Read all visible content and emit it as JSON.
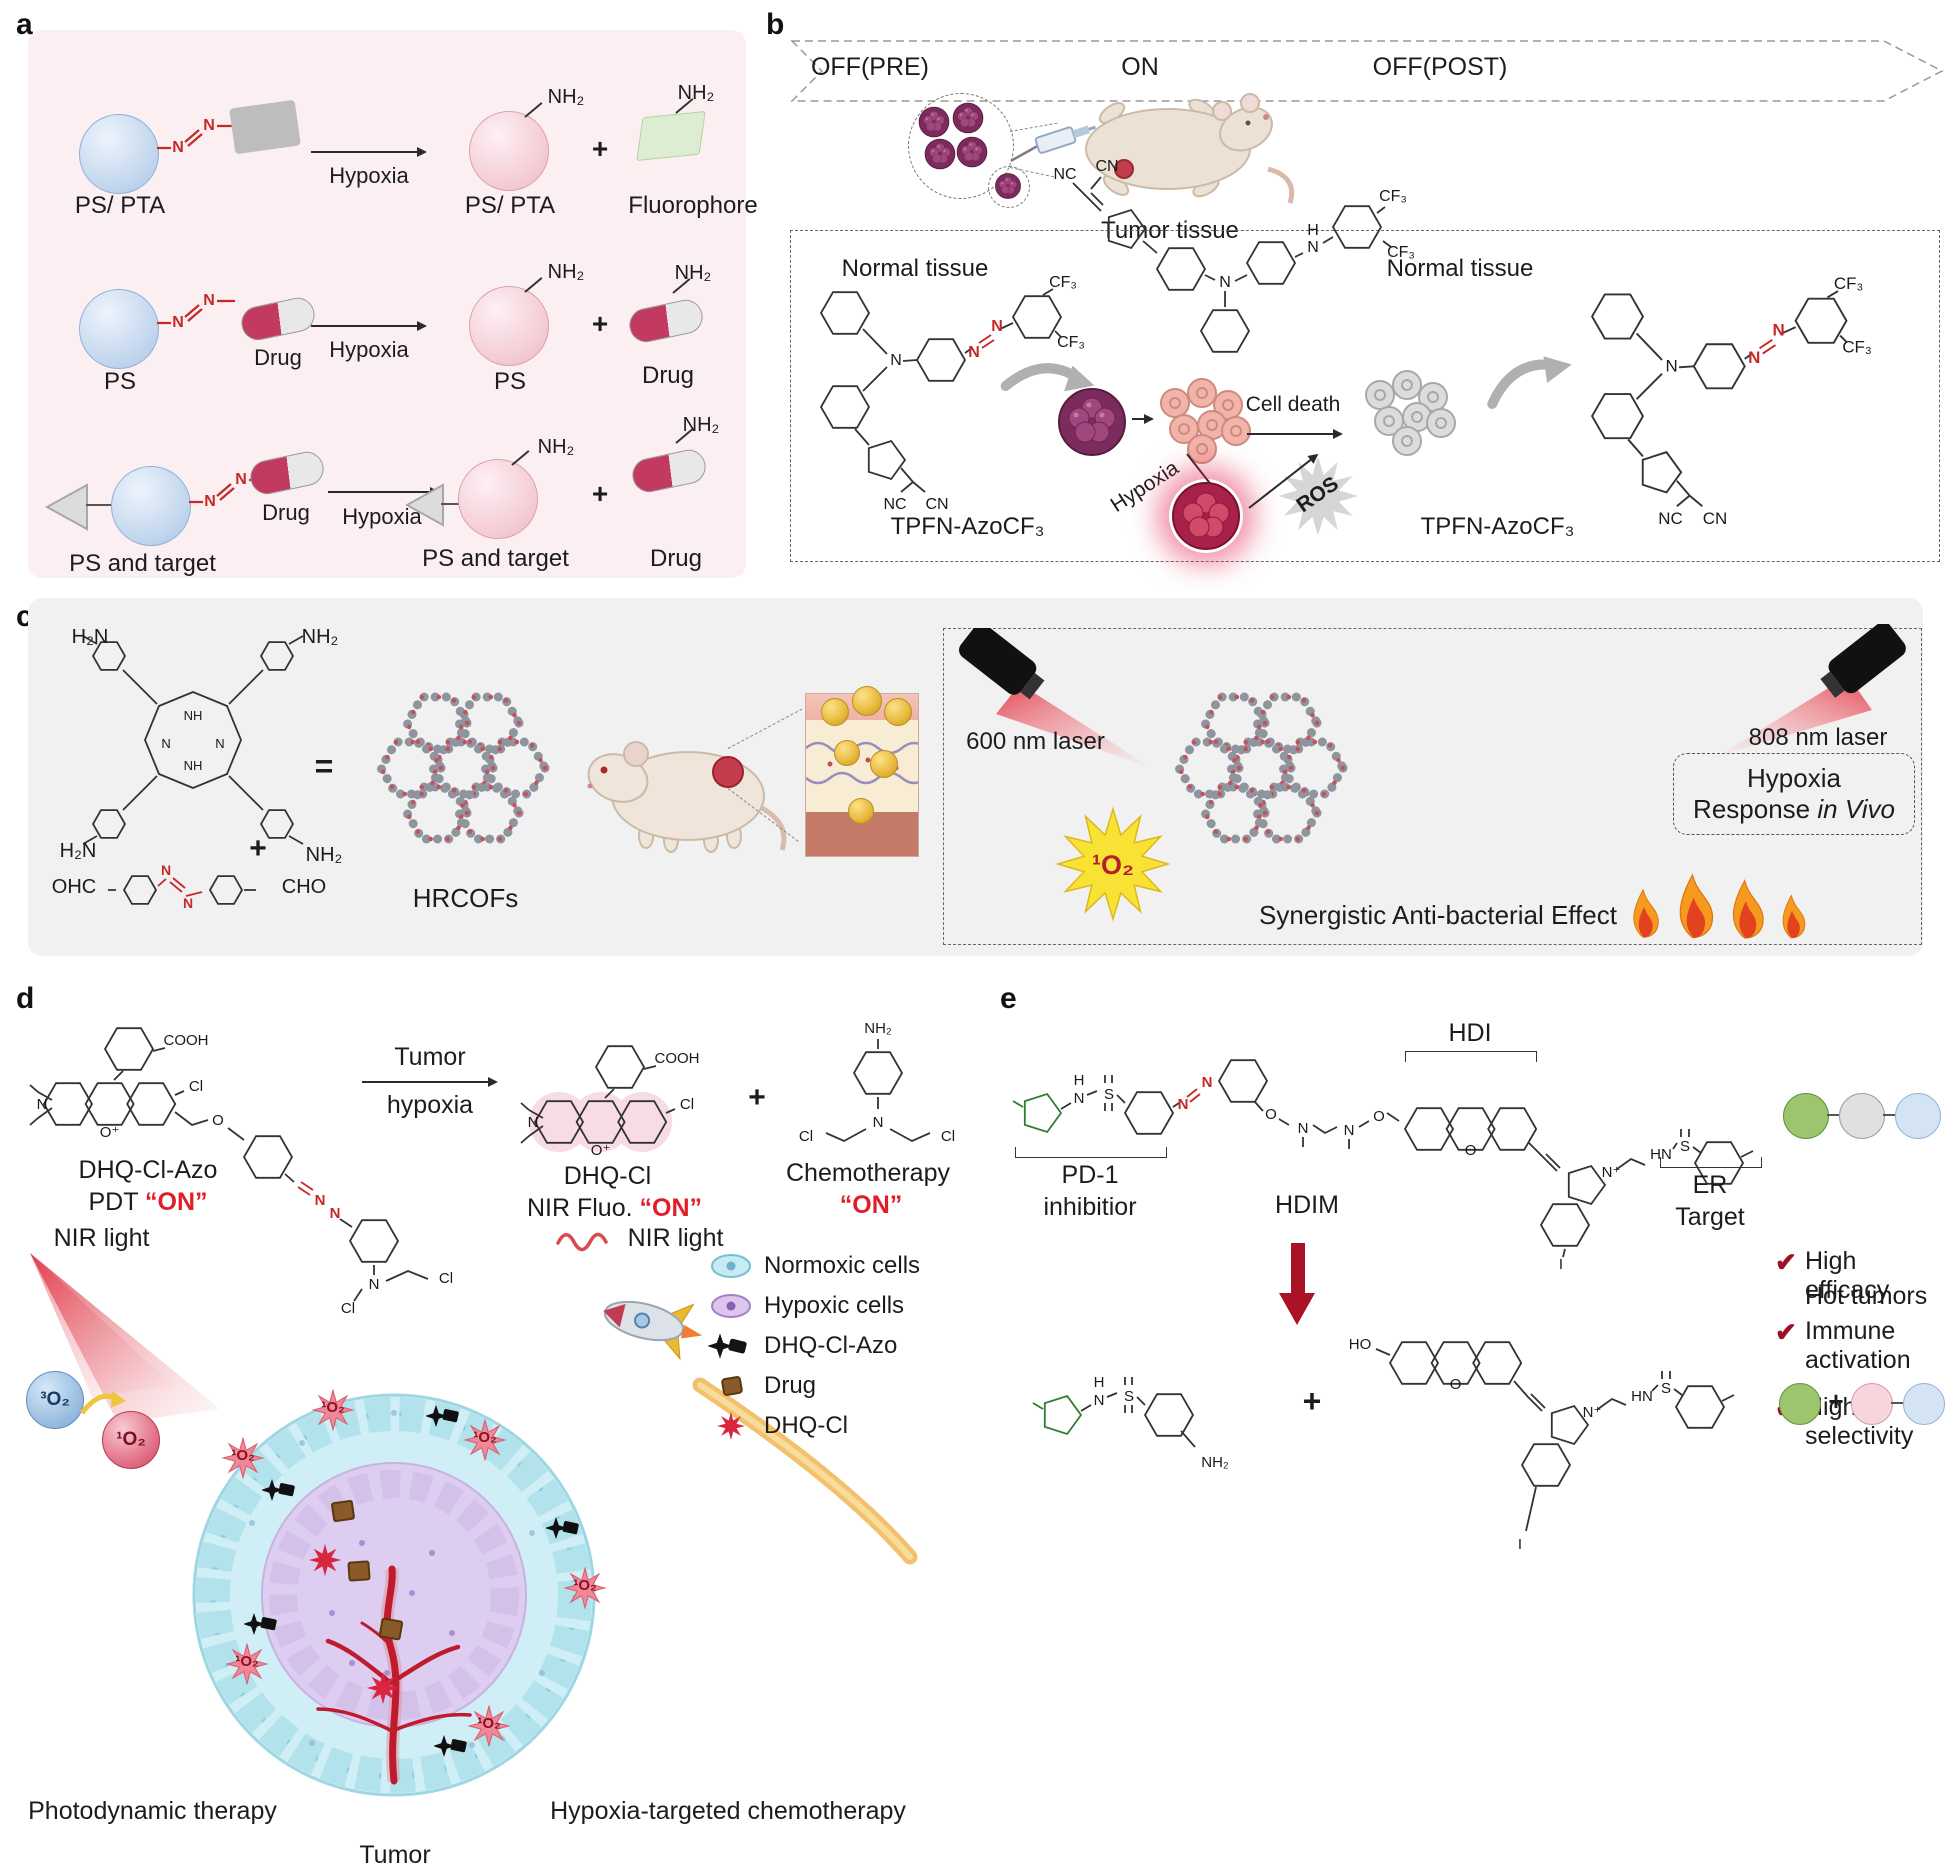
{
  "a": {
    "label": "a",
    "azo_n": "N",
    "rows": [
      {
        "reactant": "PS/ PTA",
        "hypoxia": "Hypoxia",
        "product1": "PS/ PTA",
        "nh2a": "NH₂",
        "plus": "+",
        "product2": "Fluorophore",
        "nh2b": "NH₂"
      },
      {
        "reactant": "PS",
        "cargo": "Drug",
        "hypoxia": "Hypoxia",
        "product1": "PS",
        "nh2a": "NH₂",
        "plus": "+",
        "product2": "Drug",
        "nh2b": "NH₂"
      },
      {
        "reactant": "PS and target",
        "cargo": "Drug",
        "hypoxia": "Hypoxia",
        "product1": "PS and target",
        "nh2a": "NH₂",
        "plus": "+",
        "product2": "Drug",
        "nh2b": "NH₂"
      }
    ]
  },
  "b": {
    "label": "b",
    "timeline": {
      "pre": "OFF(PRE)",
      "on": "ON",
      "post": "OFF(POST)"
    },
    "tumor_tissue": "Tumor tissue",
    "normal_left": "Normal tissue",
    "normal_right": "Normal tissue",
    "tpfn_left": "TPFN-AzoCF₃",
    "tpfn_right": "TPFN-AzoCF₃",
    "cell_death": "Cell death",
    "hypoxia": "Hypoxia",
    "ros": "ROS",
    "atoms": {
      "cf3": "CF₃",
      "nc": "NC",
      "cn": "CN",
      "n": "N",
      "h": "H"
    }
  },
  "c": {
    "label": "c",
    "amino_tl": "H₂N",
    "amino_tr": "NH₂",
    "amino_bl": "H₂N",
    "amino_br": "NH₂",
    "plus": "+",
    "equals": "=",
    "ohc": "OHC",
    "cho": "CHO",
    "azo_n": "N",
    "atoms": {
      "nh": "NH",
      "n": "N"
    },
    "hrcofs": "HRCOFs",
    "laser600": "600 nm laser",
    "laser808": "808 nm laser",
    "hyp_line1": "Hypoxia",
    "hyp_line2": "Response ",
    "hyp_italic": "in Vivo",
    "o2": "¹O₂",
    "caption": "Synergistic Anti-bacterial Effect"
  },
  "d": {
    "label": "d",
    "compound1": "DHQ-Cl-Azo",
    "pdt": "PDT",
    "on1": "“ON”",
    "arrow_top": "Tumor",
    "arrow_bottom": "hypoxia",
    "compound2": "DHQ-Cl",
    "nir_fluo": "NIR Fluo.",
    "on2": "“ON”",
    "plus": "+",
    "compound3": "Chemotherapy",
    "on3": "“ON”",
    "nir_left": "NIR light",
    "nir_right": "NIR light",
    "o3": "³O₂",
    "o1": "¹O₂",
    "caption_left": "Photodynamic therapy",
    "tumor": "Tumor",
    "caption_right": "Hypoxia-targeted chemotherapy",
    "legend": [
      {
        "label": "Normoxic cells"
      },
      {
        "label": "Hypoxic cells"
      },
      {
        "label": "DHQ-Cl-Azo"
      },
      {
        "label": "Drug"
      },
      {
        "label": "DHQ-Cl"
      }
    ],
    "atoms": {
      "cooh": "COOH",
      "cl": "Cl",
      "n": "N",
      "o": "O",
      "o_plus": "O⁺",
      "nh2": "NH₂"
    }
  },
  "e": {
    "label": "e",
    "hdi": "HDI",
    "pd1_line1": "PD-1",
    "pd1_line2": "inhibitior",
    "hdim": "HDIM",
    "er_line1": "ER",
    "er_line2": "Target",
    "benefits": [
      {
        "check": "✔",
        "text": "High efficacy"
      },
      {
        "check": "",
        "text": "Hot tumors"
      },
      {
        "check": "✔",
        "text": "Immune activation"
      },
      {
        "check": "✔",
        "text": "High selectivity"
      }
    ],
    "plus_products": "+",
    "plus_circles": "+",
    "atoms": {
      "nh2": "NH₂",
      "ho": "HO",
      "hn": "HN",
      "i": "I",
      "n_plus": "N⁺",
      "n": "N",
      "h": "H",
      "s": "S",
      "o": "O"
    }
  }
}
